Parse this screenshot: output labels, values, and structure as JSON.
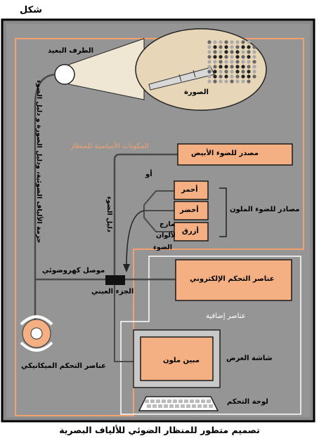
{
  "figure_label": "شكل",
  "caption": "تصميم متطور للمنظار الضوئي للألياف البصرية",
  "colors": {
    "frame_bg": "#8a8a8a",
    "inner_bg": "#959595",
    "box_fill": "#f4b083",
    "box_border": "#1a1a1a",
    "orange_line": "#f2a070",
    "cable": "#4a4a4a",
    "white_line": "#ffffff",
    "lens_fill": "#e8d6b8"
  },
  "labels": {
    "distal_end": "الطرف البعيد",
    "image": "الصورة",
    "fiber_bundle_1": "حزمة الألياف الضوئية، ودليل الصورة و دليل الضوء",
    "basic_components": "المكونات الأساسية للمنظار",
    "white_light_source": "مصدر للضوء الأبيض",
    "or": "أو",
    "light_guide": "دليل الضوء",
    "red": "أحمر",
    "green": "أخضر",
    "blue": "أزرق",
    "color_sources": "مصادر للضوء الملون",
    "mixer_line1": "مازج",
    "mixer_line2": "لألوان",
    "mixer_line3": "الضوء",
    "connector": "موصل كهروضوئي",
    "eyepiece": "الجزء العيني",
    "electronic_control": "عناصر التحكم الإلكتروني",
    "extra_components": "عناصر إضافية",
    "display_screen": "شاشة العرض",
    "color_display": "مبين ملون",
    "keyboard": "لوحة التحكم",
    "mechanical_control": "عناصر التحكم الميكانيكي"
  }
}
